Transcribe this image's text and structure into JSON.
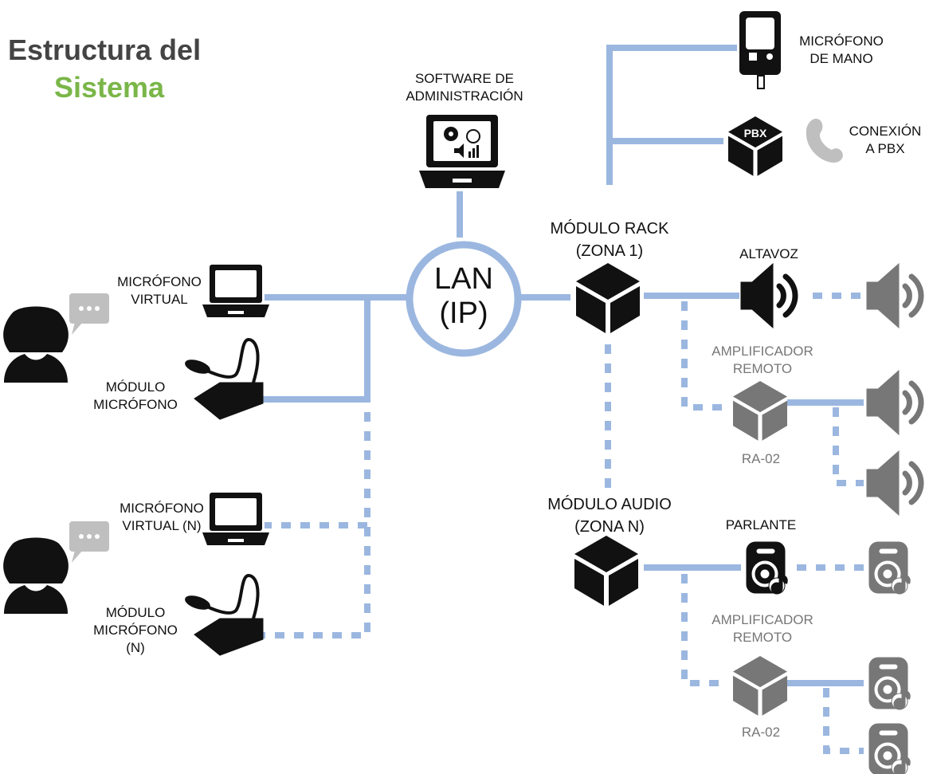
{
  "title": {
    "line1": "Estructura del",
    "line2": "Sistema"
  },
  "colors": {
    "accent": "#7ab648",
    "link": "#9bb7e0",
    "dark": "#111111",
    "grey": "#777777",
    "light": "#bfbfbf"
  },
  "hub": {
    "line1": "LAN",
    "line2": "(IP)"
  },
  "labels": {
    "software": "SOFTWARE DE\nADMINISTRACIÓN",
    "rack": "MÓDULO RACK\n(ZONA 1)",
    "audio": "MÓDULO AUDIO\n(ZONA N)",
    "mic_hand": "MICRÓFONO\nDE MANO",
    "pbx_conn": "CONEXIÓN\nA PBX",
    "pbx_box": "PBX",
    "altavoz": "ALTAVOZ",
    "parlante": "PARLANTE",
    "amp1": "AMPLIFICADOR\nREMOTO",
    "amp2": "AMPLIFICADOR\nREMOTO",
    "ra1": "RA-02",
    "ra2": "RA-02",
    "mic_virtual": "MICRÓFONO\nVIRTUAL",
    "mic_module": "MÓDULO\nMICRÓFONO",
    "mic_virtual_n": "MICRÓFONO\nVIRTUAL (N)",
    "mic_module_n": "MÓDULO\nMICRÓFONO\n(N)"
  },
  "icons": [
    "laptop-icon",
    "microphone-module-icon",
    "user-icon",
    "chat-bubble-icon",
    "rack-cube-icon",
    "speaker-icon",
    "ceiling-speaker-icon",
    "handheld-microphone-icon",
    "phone-icon",
    "pbx-cube-icon"
  ]
}
